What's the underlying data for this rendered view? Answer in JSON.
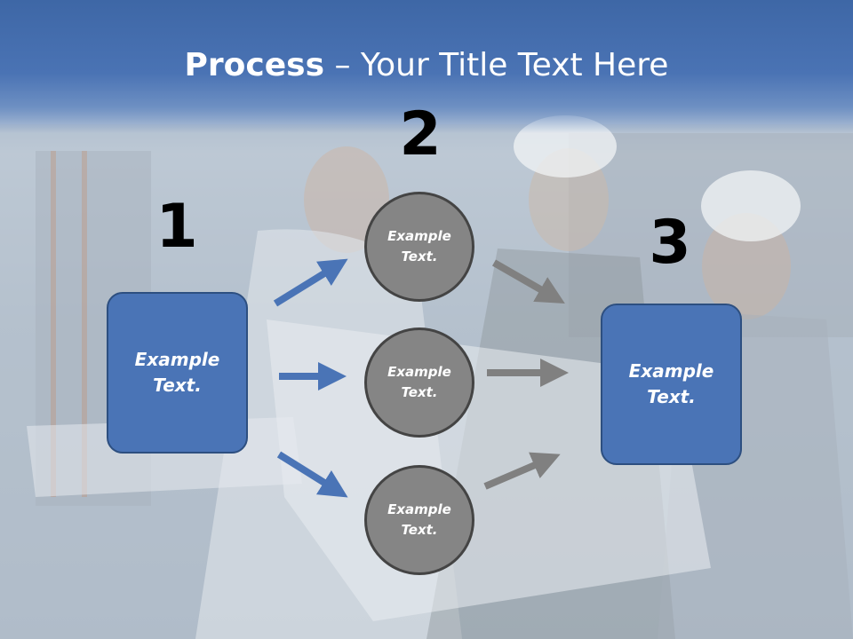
{
  "title": {
    "bold": "Process",
    "rest": " – Your Title Text Here"
  },
  "steps": {
    "one": {
      "number": "1",
      "line1": "Example",
      "line2": "Text."
    },
    "two": {
      "number": "2"
    },
    "three": {
      "number": "3",
      "line1": "Example",
      "line2": "Text."
    }
  },
  "circles": [
    {
      "line1": "Example",
      "line2": "Text."
    },
    {
      "line1": "Example",
      "line2": "Text."
    },
    {
      "line1": "Example",
      "line2": "Text."
    }
  ],
  "colors": {
    "box": "#4a74b6",
    "blue_arrow": "#4a74b6",
    "gray_arrow": "#808080",
    "circle": "#858585"
  }
}
